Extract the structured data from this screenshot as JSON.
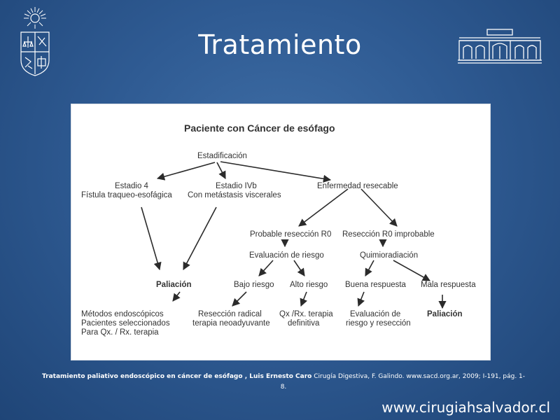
{
  "slide": {
    "title": "Tratamiento",
    "website": "www.cirugiahsalvador.cl",
    "colors": {
      "background": "#2f5b93",
      "panel": "#ffffff",
      "text": "#333333"
    }
  },
  "diagram": {
    "heading": "Paciente con Cáncer de esófago",
    "estadificacion": "Estadificación",
    "estadio4": {
      "line1": "Estadio 4",
      "line2": "Fístula traqueo-esofágica"
    },
    "estadio4b": {
      "line1": "Estadio IVb",
      "line2": "Con metástasis viscerales"
    },
    "resecable": "Enfermedad resecable",
    "probable_r0": "Probable resección R0",
    "r0_improbable": "Resección R0 improbable",
    "evaluacion_riesgo": "Evaluación de riesgo",
    "quimioradiacion": "Quimioradiación",
    "paliacion_left": "Paliación",
    "bajo_riesgo": "Bajo riesgo",
    "alto_riesgo": "Alto riesgo",
    "buena_respuesta": "Buena respuesta",
    "mala_respuesta": "Mala respuesta",
    "metodos": {
      "line1": "Métodos endoscópicos",
      "line2": "Pacientes seleccionados",
      "line3": "Para Qx. / Rx. terapia"
    },
    "reseccion_radical": {
      "line1": "Resección radical",
      "line2": "terapia neoadyuvante"
    },
    "qx_rx": {
      "line1": "Qx /Rx. terapia",
      "line2": "definitiva"
    },
    "evaluacion_reseccion": {
      "line1": "Evaluación de",
      "line2": "riesgo y resección"
    },
    "paliacion_right": "Paliación"
  },
  "citation": {
    "bold": "Tratamiento paliativo endoscópico en cáncer de esófago , Luis Ernesto Caro",
    "rest": " Cirugía Digestiva, F. Galindo. www.sacd.org.ar, 2009; I-191, pág. 1-8."
  }
}
